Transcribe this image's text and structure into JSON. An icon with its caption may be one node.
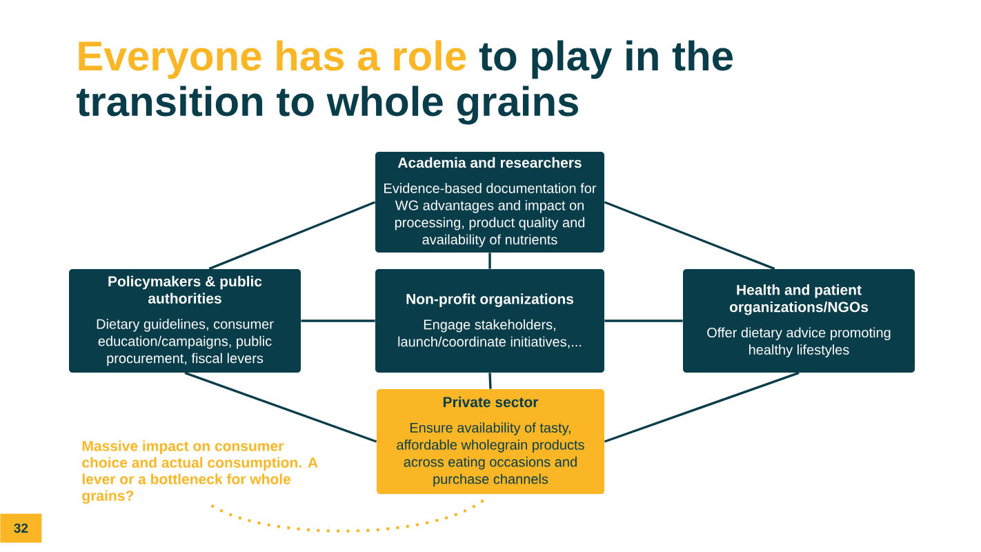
{
  "diagram": {
    "title": "Everyone has a role to play in the transition to whole grains",
    "nodes": [
      {
        "text": [
          "Academia and researchers",
          "Evidence-based documentation for WG advantages and impact on processing, product quality and availability of nutrients"
        ]
      },
      {
        "text": [
          "Policymakers & public authorities",
          "Dietary guidelines, consumer education/campaigns, public procurement, fiscal levers"
        ]
      },
      {
        "text": [
          "Non-profit organizations",
          "Engage stakeholders, launch/coordinate initiatives,..."
        ]
      },
      {
        "text": [
          "Health and patient organizations/NGOs",
          "Offer dietary advice promoting healthy lifestyles"
        ]
      },
      {
        "text": [
          "Private sector",
          "Ensure availability of tasty, affordable wholegrain products across eating occasions and purchase channels"
        ]
      },
      {
        "text": [
          "Massive impact on consumer choice and actual consumption. A lever or a bottleneck for whole grains?"
        ]
      }
    ],
    "edges": [
      {
        "from": 0,
        "to": 1,
        "arrow": "none"
      },
      {
        "from": 0,
        "to": 2,
        "arrow": "none"
      },
      {
        "from": 0,
        "to": 3,
        "arrow": "none"
      },
      {
        "from": 1,
        "to": 2,
        "arrow": "none"
      },
      {
        "from": 2,
        "to": 3,
        "arrow": "none"
      },
      {
        "from": 2,
        "to": 4,
        "arrow": "none"
      },
      {
        "from": 1,
        "to": 4,
        "arrow": "none"
      },
      {
        "from": 3,
        "to": 4,
        "arrow": "none"
      },
      {
        "from": 5,
        "to": 4,
        "arrow": "none",
        "style": "dashed",
        "color": "#fbb625"
      }
    ],
    "labels": [
      "32"
    ]
  }
}
